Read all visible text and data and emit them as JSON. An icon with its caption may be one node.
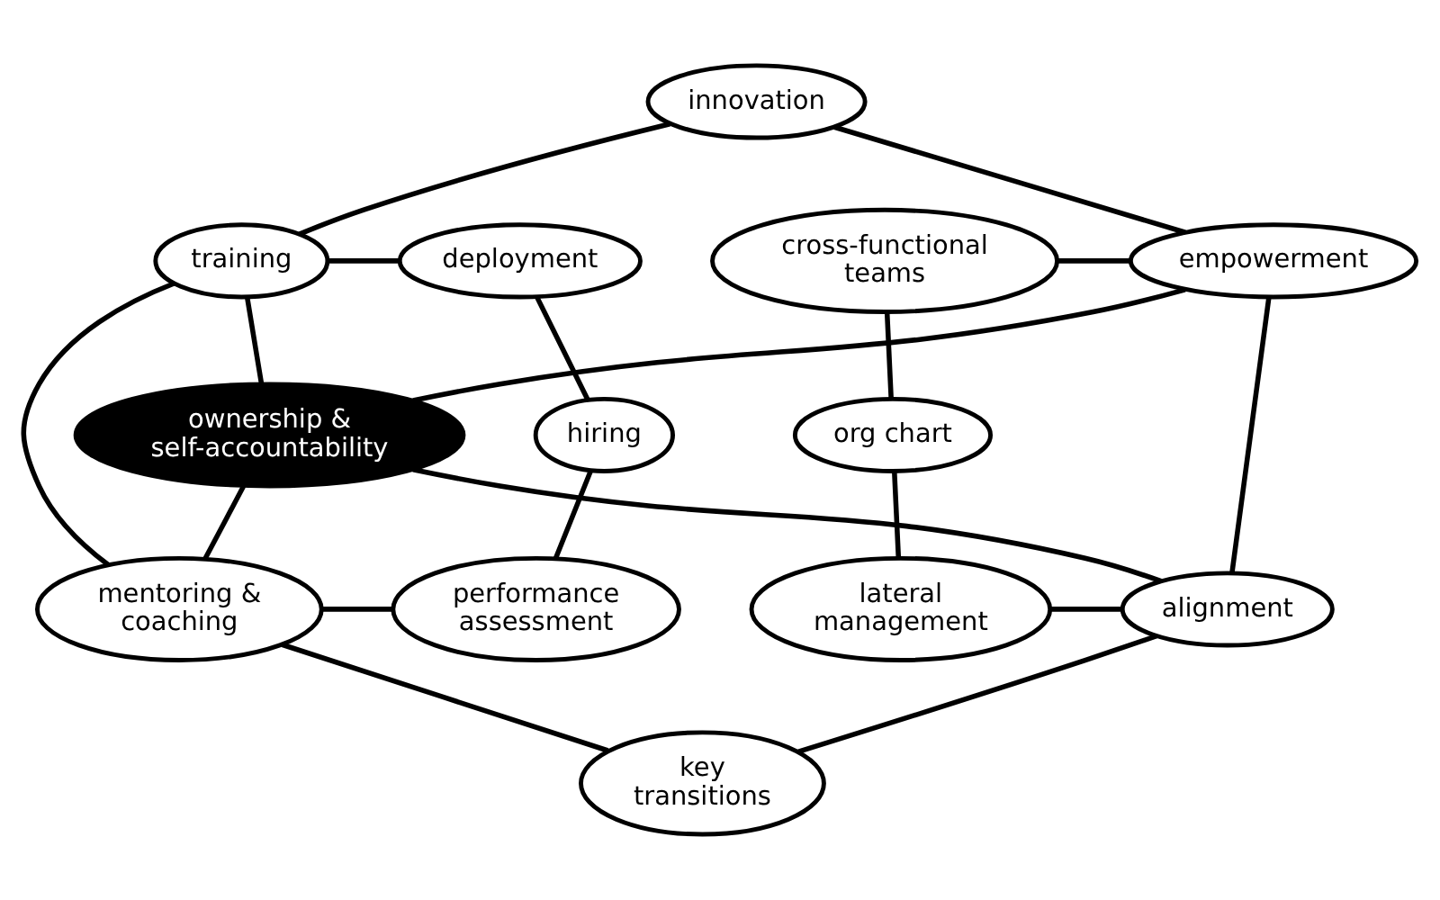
{
  "diagram": {
    "nodes": [
      {
        "text": [
          "innovation"
        ]
      },
      {
        "text": [
          "cross-functional teams"
        ]
      },
      {
        "text": [
          "empowerment"
        ]
      },
      {
        "text": [
          "training"
        ]
      },
      {
        "text": [
          "deployment"
        ]
      },
      {
        "text": [
          "org chart"
        ]
      },
      {
        "text": [
          "ownership & self-accountability"
        ]
      },
      {
        "text": [
          "hiring"
        ]
      },
      {
        "text": [
          "lateral management"
        ]
      },
      {
        "text": [
          "alignment"
        ]
      },
      {
        "text": [
          "mentoring & coaching"
        ]
      },
      {
        "text": [
          "performance assessment"
        ]
      },
      {
        "text": [
          "key transitions"
        ]
      }
    ],
    "edges": [
      {
        "from": 0,
        "to": 2,
        "arrow": "none"
      },
      {
        "from": 0,
        "to": 3,
        "arrow": "none"
      },
      {
        "from": 1,
        "to": 2,
        "arrow": "none"
      },
      {
        "from": 3,
        "to": 4,
        "arrow": "none"
      },
      {
        "from": 1,
        "to": 5,
        "arrow": "none"
      },
      {
        "from": 2,
        "to": 6,
        "arrow": "none"
      },
      {
        "from": 3,
        "to": 6,
        "arrow": "none"
      },
      {
        "from": 4,
        "to": 7,
        "arrow": "none"
      },
      {
        "from": 2,
        "to": 9,
        "arrow": "none"
      },
      {
        "from": 3,
        "to": 10,
        "arrow": "none"
      },
      {
        "from": 5,
        "to": 8,
        "arrow": "none"
      },
      {
        "from": 6,
        "to": 9,
        "arrow": "none"
      },
      {
        "from": 6,
        "to": 10,
        "arrow": "none"
      },
      {
        "from": 7,
        "to": 11,
        "arrow": "none"
      },
      {
        "from": 8,
        "to": 9,
        "arrow": "none"
      },
      {
        "from": 10,
        "to": 11,
        "arrow": "none"
      },
      {
        "from": 9,
        "to": 12,
        "arrow": "none"
      },
      {
        "from": 10,
        "to": 12,
        "arrow": "none"
      }
    ]
  }
}
